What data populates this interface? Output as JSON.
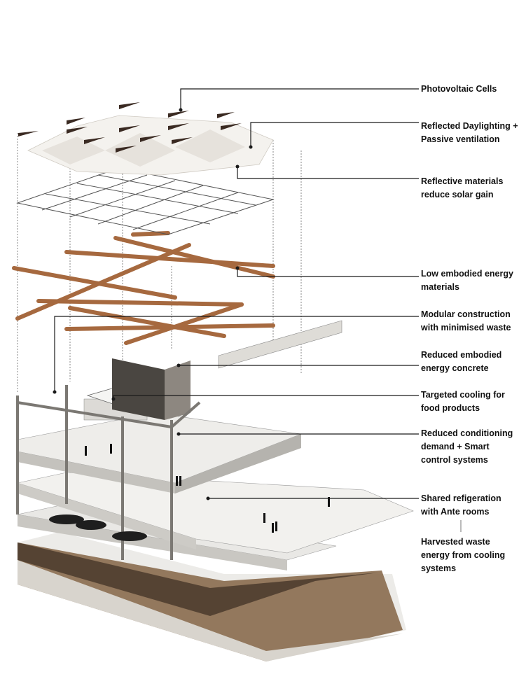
{
  "colors": {
    "leader": "#1a1a1a",
    "timber": "#a6693f",
    "concrete": "#e4e2dd",
    "soil": "#7a5f45",
    "panel": "#3a2a22"
  },
  "labels": [
    {
      "id": "photovoltaic",
      "lines": [
        "Photovoltaic Cells"
      ]
    },
    {
      "id": "daylighting",
      "lines": [
        "Reflected Daylighting +",
        "Passive ventilation"
      ]
    },
    {
      "id": "reflective",
      "lines": [
        "Reflective materials",
        "reduce solar gain"
      ]
    },
    {
      "id": "low-embodied",
      "lines": [
        "Low embodied energy",
        "materials"
      ]
    },
    {
      "id": "modular",
      "lines": [
        "Modular construction",
        "with minimised waste"
      ]
    },
    {
      "id": "concrete",
      "lines": [
        "Reduced embodied",
        "energy concrete"
      ]
    },
    {
      "id": "cooling",
      "lines": [
        "Targeted  cooling for",
        "food products"
      ]
    },
    {
      "id": "conditioning",
      "lines": [
        "Reduced conditioning",
        "demand + Smart",
        "control systems"
      ]
    },
    {
      "id": "refrigeration",
      "lines": [
        "Shared refigeration",
        "with Ante rooms"
      ]
    },
    {
      "id": "harvested",
      "lines": [
        "Harvested waste",
        "energy from cooling",
        "systems"
      ]
    }
  ]
}
